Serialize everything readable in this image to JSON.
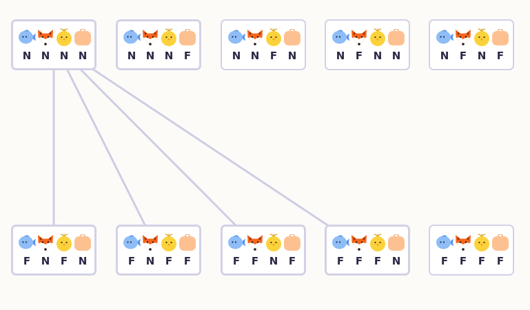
{
  "colors": {
    "card_border": "#d3d1e5",
    "line": "#cecde3",
    "label": "#2a2744",
    "background": "#fcfbf8"
  },
  "characters": [
    {
      "name": "fish",
      "icon": "fish-icon",
      "color": "#8ebdf7"
    },
    {
      "name": "fox",
      "icon": "fox-icon",
      "color": "#f5651c"
    },
    {
      "name": "chick",
      "icon": "chick-icon",
      "color": "#fcd23c"
    },
    {
      "name": "sack",
      "icon": "sack-icon",
      "color": "#fdc191"
    }
  ],
  "states": {
    "top": [
      {
        "id": "NNNN",
        "sides": [
          "N",
          "N",
          "N",
          "N"
        ],
        "emphasized": true
      },
      {
        "id": "NNNF",
        "sides": [
          "N",
          "N",
          "N",
          "F"
        ],
        "emphasized": true
      },
      {
        "id": "NNFN",
        "sides": [
          "N",
          "N",
          "F",
          "N"
        ],
        "emphasized": false
      },
      {
        "id": "NFNN",
        "sides": [
          "N",
          "F",
          "N",
          "N"
        ],
        "emphasized": false
      },
      {
        "id": "NFNF",
        "sides": [
          "N",
          "F",
          "N",
          "F"
        ],
        "emphasized": false
      }
    ],
    "bottom": [
      {
        "id": "FNFN",
        "sides": [
          "F",
          "N",
          "F",
          "N"
        ],
        "emphasized": true
      },
      {
        "id": "FNFF",
        "sides": [
          "F",
          "N",
          "F",
          "F"
        ],
        "emphasized": true
      },
      {
        "id": "FFNF",
        "sides": [
          "F",
          "F",
          "N",
          "F"
        ],
        "emphasized": true
      },
      {
        "id": "FFFN",
        "sides": [
          "F",
          "F",
          "F",
          "N"
        ],
        "emphasized": true
      },
      {
        "id": "FFFF",
        "sides": [
          "F",
          "F",
          "F",
          "F"
        ],
        "emphasized": false
      }
    ]
  },
  "edges": [
    {
      "from": "NNNN",
      "to": "FNFN"
    },
    {
      "from": "NNNN",
      "to": "FNFF"
    },
    {
      "from": "NNNN",
      "to": "FFNF"
    },
    {
      "from": "NNNN",
      "to": "FFFN"
    }
  ]
}
